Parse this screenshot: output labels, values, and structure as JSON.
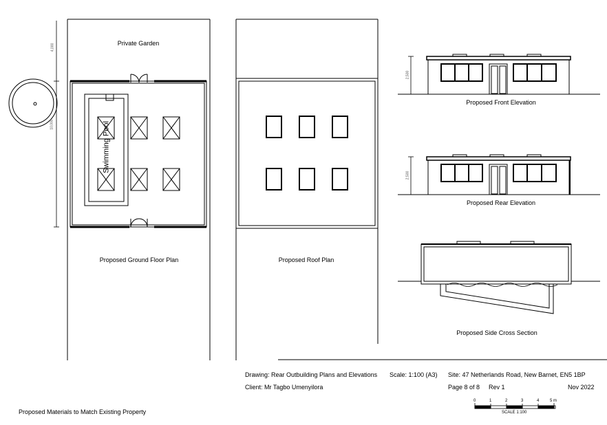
{
  "labels": {
    "private_garden": "Private Garden",
    "swimming_pool": "Swimming Pool",
    "ground_floor_plan": "Proposed Ground Floor Plan",
    "roof_plan": "Proposed Roof Plan",
    "front_elevation": "Proposed Front Elevation",
    "rear_elevation": "Proposed Rear Elevation",
    "side_cross_section": "Proposed Side Cross Section"
  },
  "dimensions": {
    "garden_depth": "4,000",
    "building_depth": "10,000",
    "front_height": "2,500",
    "rear_height": "2,500"
  },
  "title_block": {
    "drawing": "Drawing: Rear Outbuilding Plans and Elevations",
    "scale": "Scale: 1:100 (A3)",
    "site": "Site: 47 Netherlands Road, New Barnet, EN5 1BP",
    "client": "Client: Mr Tagbo Umenyilora",
    "page": "Page 8 of 8",
    "revision": "Rev 1",
    "date": "Nov 2022"
  },
  "notes": {
    "materials": "Proposed Materials to Match Existing Property"
  },
  "scale_bar": {
    "ticks": [
      "0",
      "1",
      "2",
      "3",
      "4",
      "5 m"
    ],
    "label": "SCALE 1:100"
  }
}
